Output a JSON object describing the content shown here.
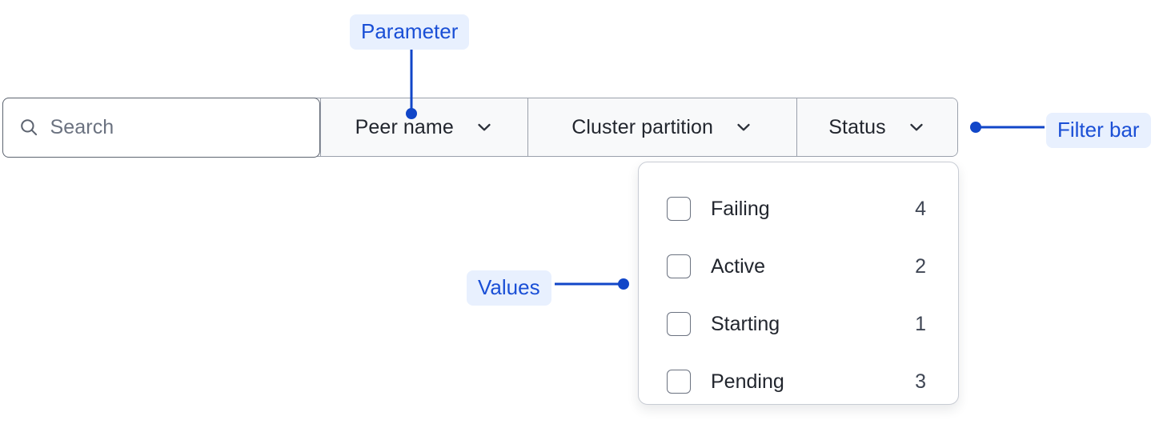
{
  "search": {
    "placeholder": "Search",
    "icon": "search-icon"
  },
  "filters": [
    {
      "label": "Peer name",
      "icon": "chevron-down-icon"
    },
    {
      "label": "Cluster partition",
      "icon": "chevron-down-icon"
    },
    {
      "label": "Status",
      "icon": "chevron-down-icon"
    }
  ],
  "values_panel": {
    "options": [
      {
        "label": "Failing",
        "count": "4",
        "checked": false
      },
      {
        "label": "Active",
        "count": "2",
        "checked": false
      },
      {
        "label": "Starting",
        "count": "1",
        "checked": false
      },
      {
        "label": "Pending",
        "count": "3",
        "checked": false
      }
    ]
  },
  "annotations": {
    "parameter": "Parameter",
    "filter_bar": "Filter bar",
    "values": "Values"
  },
  "colors": {
    "annotation_text": "#1a4fd6",
    "annotation_pill_bg": "#e8f0fe",
    "connector": "#1146c8",
    "filter_bar_border": "#9aa0ab",
    "search_border": "#5d6470",
    "filter_cell_bg": "#f8f9fa",
    "text_primary": "#22262e",
    "text_muted": "#6b7280"
  }
}
